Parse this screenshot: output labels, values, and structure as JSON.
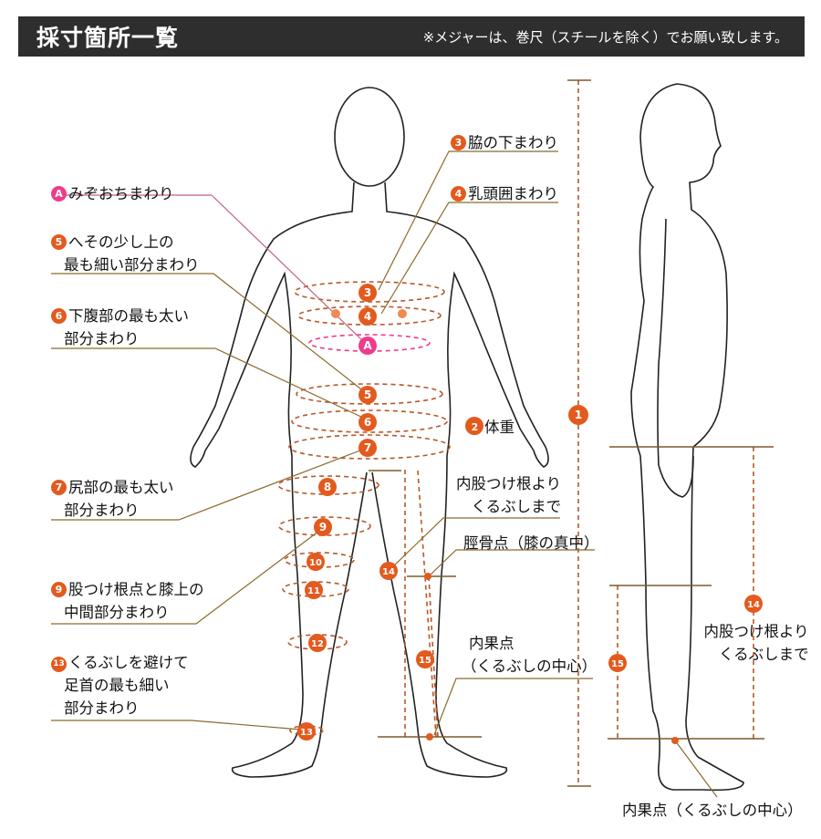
{
  "header": {
    "title": "採寸箇所一覧",
    "note": "※メジャーは、巻尺（スチールを除く）でお願い致します。"
  },
  "labels": {
    "m3": "脇の下まわり",
    "m4": "乳頭囲まわり",
    "mA": "みぞおちまわり",
    "m5_l1": "へその少し上の",
    "m5_l2": "最も細い部分まわり",
    "m6_l1": "下腹部の最も太い",
    "m6_l2": "部分まわり",
    "m2": "体重",
    "m7_l1": "尻部の最も太い",
    "m7_l2": "部分まわり",
    "inseam_l1": "内股つけ根より",
    "inseam_l2": "くるぶしまで",
    "knee": "脛骨点（膝の真中）",
    "m9_l1": "股つけ根点と膝上の",
    "m9_l2": "中間部分まわり",
    "ankle_l1": "内果点",
    "ankle_l2": "（くるぶしの中心）",
    "m13_l1": "くるぶしを避けて",
    "m13_l2": "足首の最も細い",
    "m13_l3": "部分まわり",
    "side_inseam_l1": "内股つけ根より",
    "side_inseam_l2": "くるぶしまで",
    "side_ankle": "内果点（くるぶしの中心）"
  },
  "badges": {
    "b1": "1",
    "b2": "2",
    "b3": "3",
    "b4": "4",
    "b5": "5",
    "b6": "6",
    "b7": "7",
    "b8": "8",
    "b9": "9",
    "b10": "10",
    "b11": "11",
    "b12": "12",
    "b13": "13",
    "b14": "14",
    "b15": "15",
    "bA": "A"
  },
  "colors": {
    "accent": "#e35a1e",
    "pink": "#ee3c8c",
    "leader": "#8a6a2a",
    "dashed": "#b7582a",
    "header_bg": "#2e2e2e"
  }
}
